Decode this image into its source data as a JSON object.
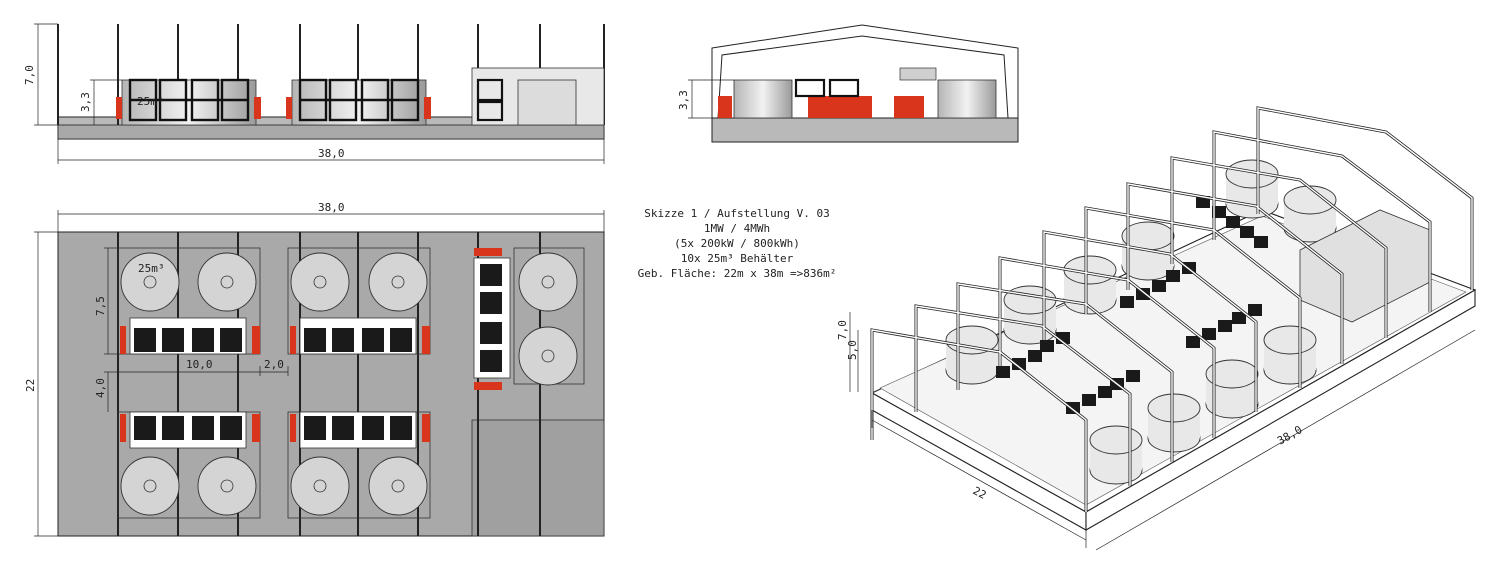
{
  "elevation": {
    "height_label": "7,0",
    "tank_height_label": "3,3",
    "length_label": "38,0",
    "tank_volume_label": "25m³"
  },
  "section": {
    "tank_height_label": "3,3"
  },
  "plan": {
    "length_label": "38,0",
    "width_label": "22",
    "tank_volume_label": "25m³",
    "spacing_label": "7,5",
    "module_length_label": "10,0",
    "gap_label": "2,0",
    "aisle_label": "4,0"
  },
  "notes": {
    "title": "Skizze 1 / Aufstellung V. 03",
    "line1": "1MW / 4MWh",
    "line2": "(5x 200kW / 800kWh)",
    "line3": "10x 25m³ Behälter",
    "line4": "Geb. Fläche: 22m x 38m =>836m²"
  },
  "isometric": {
    "height_label": "7,0",
    "wall_label": "5,0",
    "length_label": "38,0",
    "width_label": "22"
  },
  "colors": {
    "floor": "#a9a9a9",
    "accent_red": "#d9341c",
    "line": "#222222",
    "tank": "#d4d4d4"
  }
}
